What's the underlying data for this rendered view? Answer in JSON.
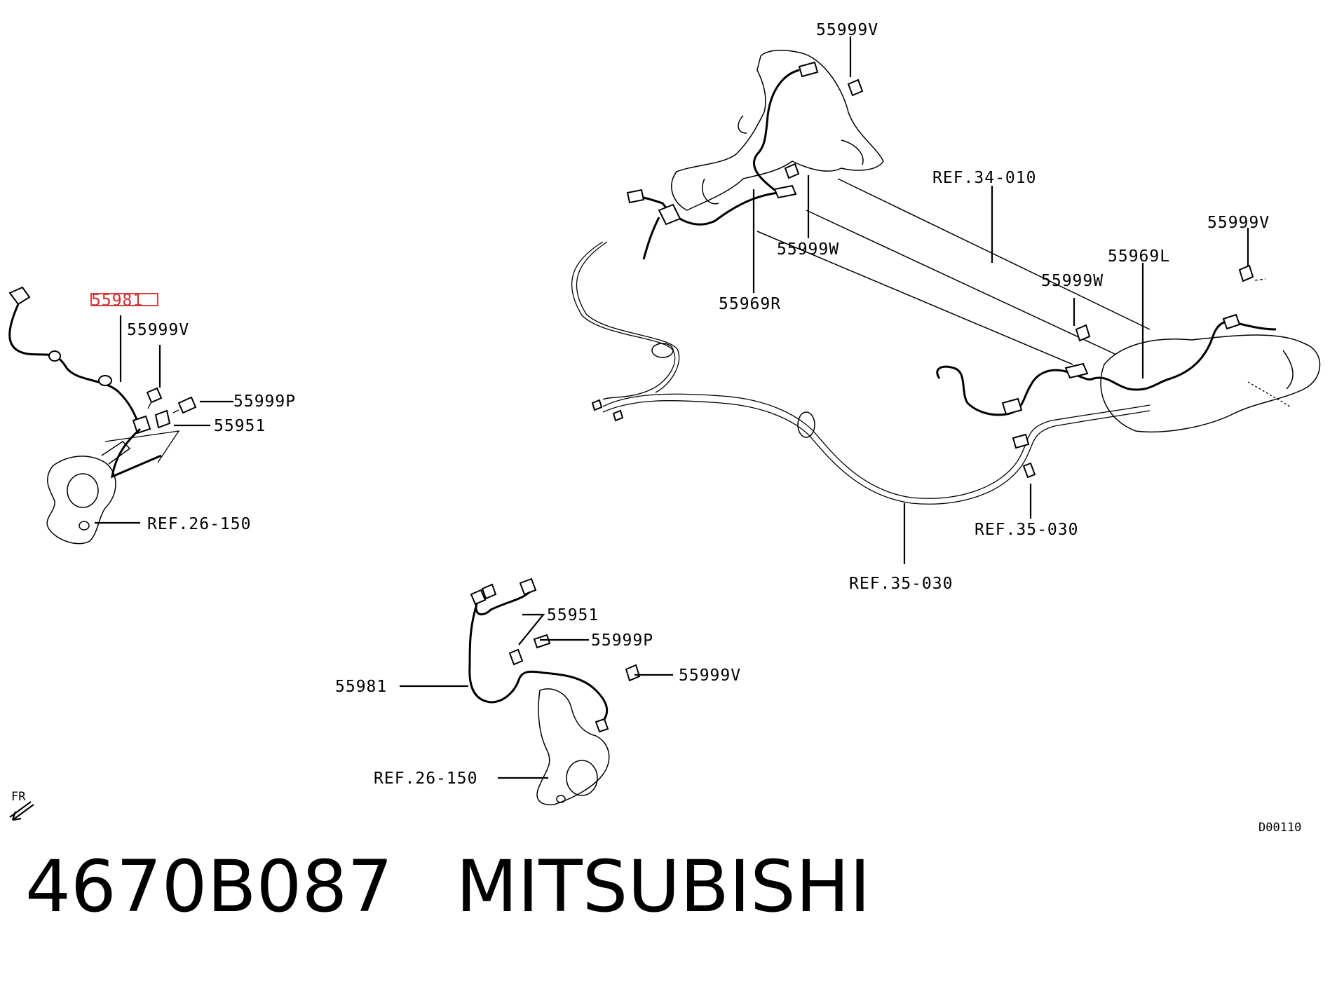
{
  "callouts": {
    "left_sensor": "55981",
    "left_bolt_v": "55999V",
    "left_bolt_p": "55999P",
    "left_clip": "55951",
    "left_knuckle_ref": "REF.26-150",
    "top_bolt_v": "55999V",
    "top_bolt_w": "55999W",
    "harness_r": "55969R",
    "crossmember_ref": "REF.34-010",
    "right_bolt_v": "55999V",
    "harness_l": "55969L",
    "right_bolt_w": "55999W",
    "rear_ref_1": "REF.35-030",
    "rear_ref_2": "REF.35-030",
    "bottom_clip": "55951",
    "bottom_bolt_p": "55999P",
    "bottom_sensor": "55981",
    "bottom_bolt_v": "55999V",
    "bottom_knuckle_ref": "REF.26-150",
    "direction": "FR",
    "drawing_code": "D00110"
  },
  "highlight": {
    "color": "#d32f2f",
    "target": "left_sensor"
  },
  "footer": {
    "part_number": "4670B087",
    "brand": "MITSUBISHI"
  }
}
